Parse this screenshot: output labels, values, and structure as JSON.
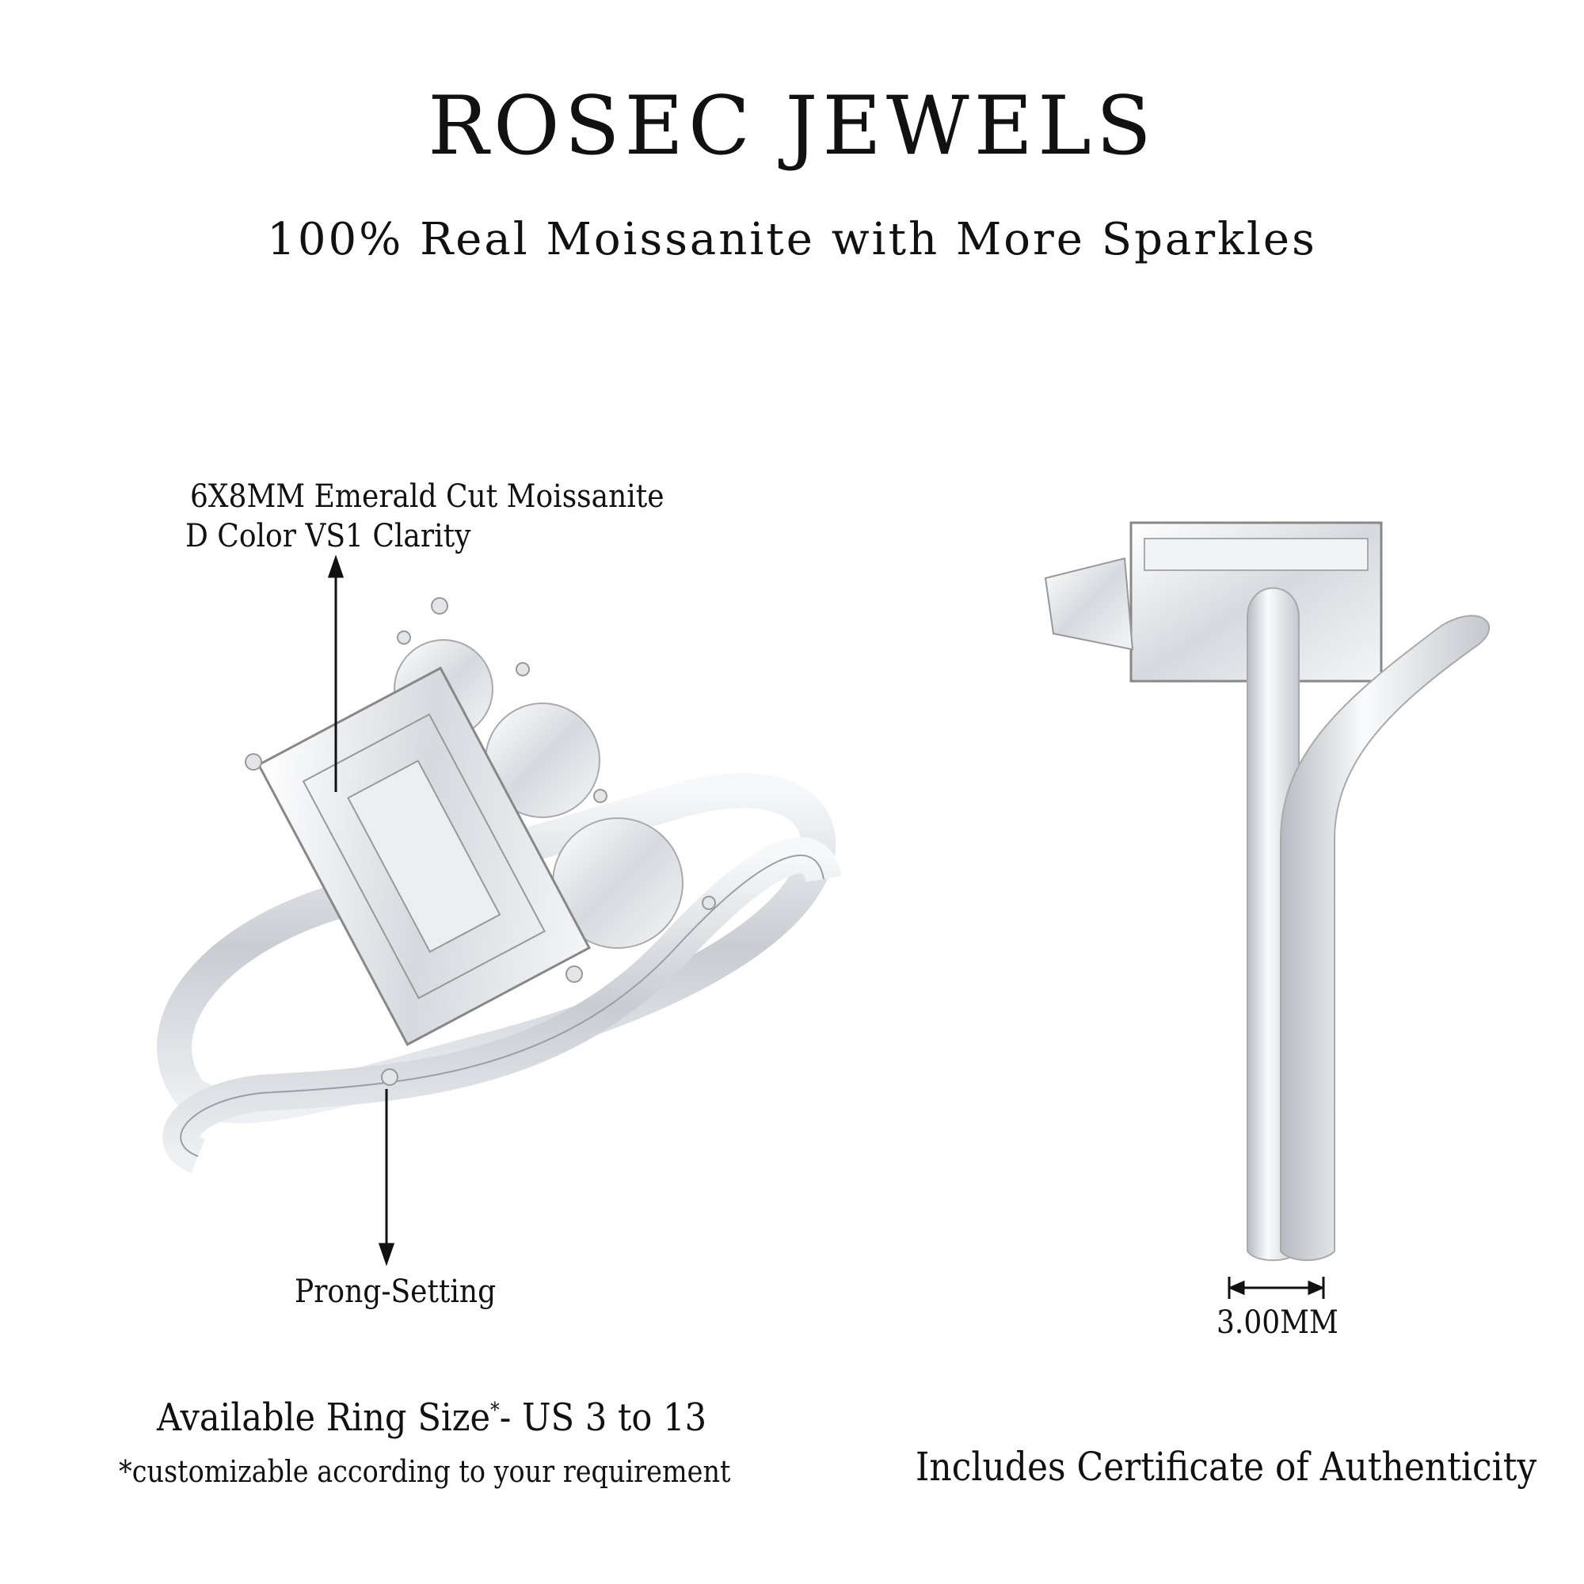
{
  "brand": "ROSEC JEWELS",
  "tagline": "100% Real Moissanite with More Sparkles",
  "callouts": {
    "stone_line1": "6X8MM Emerald Cut Moissanite",
    "stone_line2": "D Color VS1 Clarity",
    "setting": "Prong-Setting",
    "band_width": "3.00MM"
  },
  "footer": {
    "ring_size": "Available Ring Size",
    "ring_size_mark": "*",
    "ring_size_range": "- US 3 to 13",
    "note": "*customizable according to your requirement",
    "certificate": "Includes Certificate of Authenticity"
  }
}
